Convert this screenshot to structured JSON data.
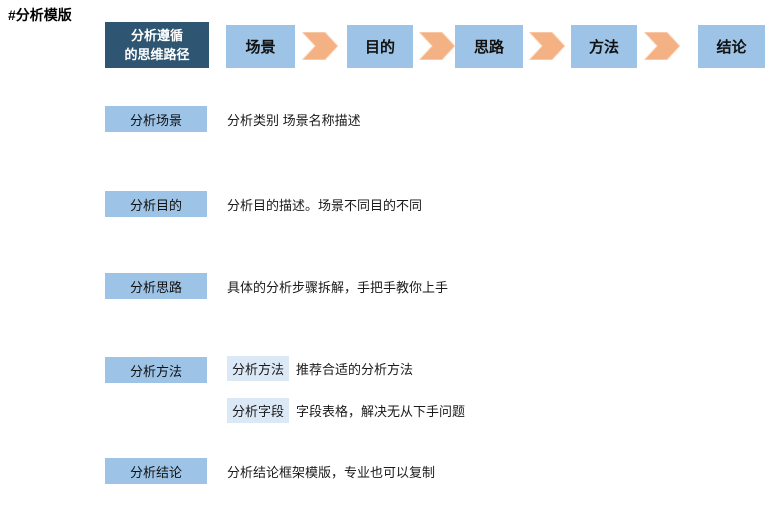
{
  "title": "#分析模版",
  "colors": {
    "dark_blue": "#2E5571",
    "light_blue": "#9DC3E6",
    "arrow_peach": "#F4B183",
    "inline_highlight_blue": "#DBE8F6",
    "text": "#1a1a1a"
  },
  "flow": {
    "lead": {
      "line1": "分析遵循",
      "line2": "的思维路径"
    },
    "steps": [
      "场景",
      "目的",
      "思路",
      "方法",
      "结论"
    ],
    "arrow_icon": "chevron-right"
  },
  "rows": [
    {
      "label": "分析场景",
      "desc": "分析类别 场景名称描述"
    },
    {
      "label": "分析目的",
      "desc": "分析目的描述。场景不同目的不同"
    },
    {
      "label": "分析思路",
      "desc": "具体的分析步骤拆解，手把手教你上手"
    },
    {
      "label": "分析方法",
      "lines": [
        {
          "tag": "分析方法",
          "text": "推荐合适的分析方法"
        },
        {
          "tag": "分析字段",
          "text": "字段表格，解决无从下手问题"
        }
      ]
    },
    {
      "label": "分析结论",
      "desc": "分析结论框架模版，专业也可以复制"
    }
  ]
}
